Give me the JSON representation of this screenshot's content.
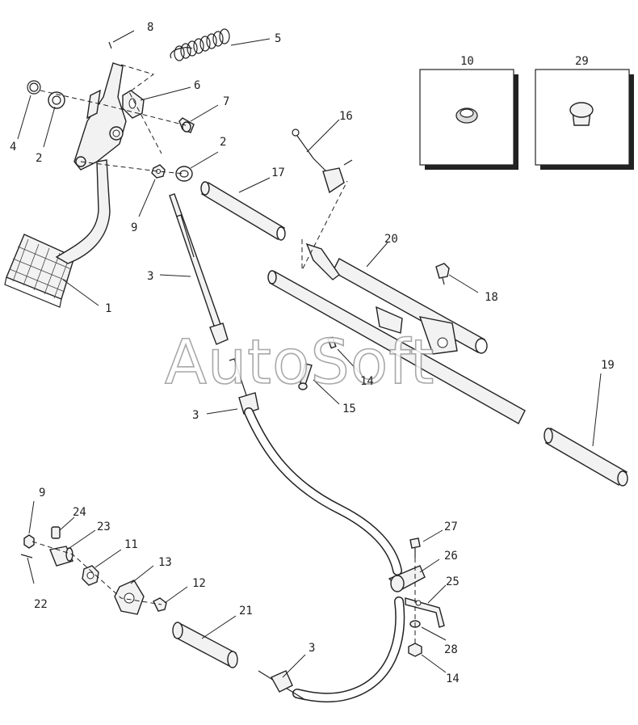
{
  "watermark": "AutoSoft",
  "callouts": [
    {
      "id": "c1",
      "label": "1"
    },
    {
      "id": "c2a",
      "label": "2"
    },
    {
      "id": "c2b",
      "label": "2"
    },
    {
      "id": "c3a",
      "label": "3"
    },
    {
      "id": "c3b",
      "label": "3"
    },
    {
      "id": "c3c",
      "label": "3"
    },
    {
      "id": "c4",
      "label": "4"
    },
    {
      "id": "c5",
      "label": "5"
    },
    {
      "id": "c6",
      "label": "6"
    },
    {
      "id": "c7",
      "label": "7"
    },
    {
      "id": "c8",
      "label": "8"
    },
    {
      "id": "c9a",
      "label": "9"
    },
    {
      "id": "c9b",
      "label": "9"
    },
    {
      "id": "c10",
      "label": "10"
    },
    {
      "id": "c11",
      "label": "11"
    },
    {
      "id": "c12",
      "label": "12"
    },
    {
      "id": "c13",
      "label": "13"
    },
    {
      "id": "c14a",
      "label": "14"
    },
    {
      "id": "c14b",
      "label": "14"
    },
    {
      "id": "c15",
      "label": "15"
    },
    {
      "id": "c16",
      "label": "16"
    },
    {
      "id": "c17",
      "label": "17"
    },
    {
      "id": "c18",
      "label": "18"
    },
    {
      "id": "c19",
      "label": "19"
    },
    {
      "id": "c20",
      "label": "20"
    },
    {
      "id": "c21",
      "label": "21"
    },
    {
      "id": "c22",
      "label": "22"
    },
    {
      "id": "c23",
      "label": "23"
    },
    {
      "id": "c24",
      "label": "24"
    },
    {
      "id": "c25",
      "label": "25"
    },
    {
      "id": "c26",
      "label": "26"
    },
    {
      "id": "c27",
      "label": "27"
    },
    {
      "id": "c28",
      "label": "28"
    },
    {
      "id": "c29",
      "label": "29"
    }
  ]
}
